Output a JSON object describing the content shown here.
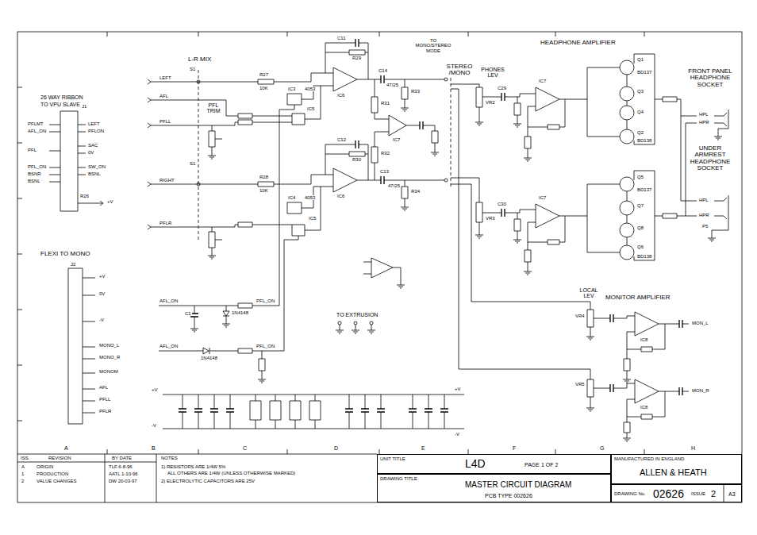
{
  "diagram": {
    "nodes": [
      {
        "text": [
          "UNIT TITLE",
          "L4D",
          "PAGE 1 OF 2"
        ]
      },
      {
        "text": [
          "DRAWING TITLE",
          "MASTER CIRCUIT DIAGRAM",
          "PCB TYPE 002626"
        ]
      },
      {
        "text": [
          "MANUFACTURED IN ENGLAND",
          "ALLEN & HEATH"
        ]
      },
      {
        "text": [
          "DRAWING No.",
          "02626",
          "ISSUE",
          "2",
          "A3"
        ]
      }
    ],
    "labels": [
      "L-R MIX",
      "26 WAY RIBBON",
      "TO VPU SLAVE",
      "FLEXI TO MONO",
      "PFL TRIM",
      "HEADPHONE AMPLIFIER",
      "FRONT PANEL HEADPHONE SOCKET",
      "UNDER ARMREST HEADPHONE SOCKET",
      "MONITOR AMPLIFIER",
      "STEREO /MONO",
      "PHONES LEV",
      "LOCAL LEV",
      "TO EXTRUSION",
      "TO MONO/STEREO MODE",
      "LEFT",
      "AFL",
      "PFLL",
      "RIGHT",
      "PFLR",
      "S1",
      "S1",
      "J1",
      "PFLMT",
      "AFL_ON",
      "PFL",
      "PFL_ON",
      "BSNR",
      "BSNL",
      "LEFT",
      "PFLON",
      "SAC",
      "0V",
      "SW_ON",
      "BSNL",
      "R26",
      "+V",
      "J2",
      "+V",
      "0V",
      "-V",
      "MONO_L",
      "MONO_R",
      "MONOM",
      "AFL",
      "PFLL",
      "PFLR",
      "AFL_ON",
      "PFL_ON",
      "AFL_ON",
      "PFL_ON",
      "1N4148",
      "1N4148",
      "C1",
      "+V",
      "-V",
      "+V",
      "-V",
      "IC3",
      "4053",
      "IC5",
      "IC4",
      "4053",
      "IC5",
      "IC6",
      "IC6",
      "IC7",
      "IC7",
      "IC7",
      "IC8",
      "IC8",
      "C11",
      "R29",
      "C12",
      "R30",
      "C14",
      "47/25",
      "C13",
      "47/25",
      "R31",
      "R32",
      "R33",
      "R34",
      "VR2",
      "VR3",
      "VR4",
      "VR5",
      "C29",
      "C30",
      "Q1",
      "BD137",
      "Q3",
      "Q4",
      "Q2",
      "BD138",
      "Q5",
      "BD137",
      "Q7",
      "Q8",
      "Q6",
      "BD138",
      "HPL",
      "HPR",
      "HPL",
      "HPR",
      "P5",
      "MON_L",
      "MON_R",
      "10K",
      "10K",
      "R27",
      "R28",
      "A",
      "B",
      "C",
      "D",
      "E",
      "F",
      "G",
      "H",
      "ISS.",
      "REVISION",
      "BY DATE",
      "NOTES",
      "A",
      "ORIGIN",
      "1",
      "PRODUCTION",
      "2",
      "VALUE CHANGES",
      "TLF 6-8-96",
      "AATL 1-10-96",
      "DW 20-03-97",
      "1) RESISTORS ARE 1/4W 5%",
      "ALL OTHERS ARE 1/4W (UNLESS OTHERWISE MARKED)",
      "2) ELECTROLYTIC CAPACITORS ARE 25V"
    ]
  }
}
